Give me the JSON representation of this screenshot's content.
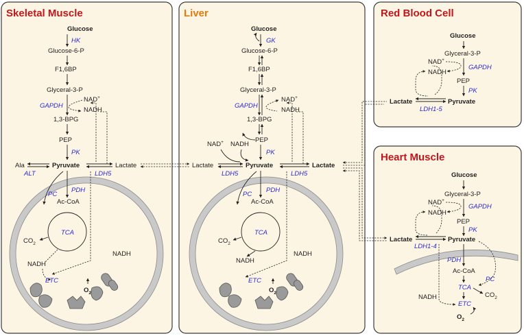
{
  "colors": {
    "panel_bg": "#fcf5e3",
    "title_red": "#c0161d",
    "title_orange": "#e07b12",
    "enzyme_blue": "#2a2ad0"
  },
  "panels": {
    "skeletal": {
      "title": "Skeletal Muscle",
      "glucose": "Glucose",
      "g6p": "Glucose-6-P",
      "f16bp": "F1,6BP",
      "glyceral3p": "Glyceral-3-P",
      "bpg": "1,3-BPG",
      "pep": "PEP",
      "pyruvate": "Pyruvate",
      "ala": "Ala",
      "lactate": "Lactate",
      "nad": "NAD",
      "nad_sup": "+",
      "nadh": "NADH",
      "nadh_mito": "NADH",
      "nadh_left": "NADH",
      "accoa": "Ac-CoA",
      "co2": "CO",
      "co2_sub": "2",
      "o2": "O",
      "o2_sub": "2",
      "enzymes": {
        "hk": "HK",
        "gapdh": "GAPDH",
        "pk": "PK",
        "alt": "ALT",
        "ldh": "LDH5",
        "pc": "PC",
        "pdh": "PDH",
        "tca": "TCA",
        "etc": "ETC"
      }
    },
    "liver": {
      "title": "Liver",
      "glucose": "Glucose",
      "g6p": "Glucose-6-P",
      "f16bp": "F1,6BP",
      "glyceral3p": "Glyceral-3-P",
      "bpg": "1,3-BPG",
      "pep": "PEP",
      "pyruvate": "Pyruvate",
      "lactate_left": "Lactate",
      "lactate_right": "Lactate",
      "nad": "NAD",
      "nad_sup": "+",
      "nadh": "NADH",
      "nad_left": "NAD",
      "nad_left_sup": "+",
      "nadh_left": "NADH",
      "nadh_mito": "NADH",
      "nadh_mito_right": "NADH",
      "accoa": "Ac-CoA",
      "co2": "CO",
      "co2_sub": "2",
      "o2": "O",
      "o2_sub": "2",
      "enzymes": {
        "gk": "GK",
        "gapdh": "GAPDH",
        "pk": "PK",
        "ldh_left": "LDH5",
        "ldh_right": "LDH5",
        "pc": "PC",
        "pdh": "PDH",
        "tca": "TCA",
        "etc": "ETC"
      }
    },
    "rbc": {
      "title": "Red Blood Cell",
      "glucose": "Glucose",
      "glyceral3p": "Glyceral-3-P",
      "nad": "NAD",
      "nad_sup": "+",
      "nadh": "NADH",
      "pep": "PEP",
      "lactate": "Lactate",
      "pyruvate": "Pyruvate",
      "enzymes": {
        "gapdh": "GAPDH",
        "pk": "PK",
        "ldh": "LDH1-5"
      }
    },
    "heart": {
      "title": "Heart Muscle",
      "glucose": "Glucose",
      "glyceral3p": "Glyceral-3-P",
      "nad": "NAD",
      "nad_sup": "+",
      "nadh": "NADH",
      "pep": "PEP",
      "lactate": "Lactate",
      "pyruvate": "Pyruvate",
      "accoa": "Ac-CoA",
      "co2": "CO",
      "co2_sub": "2",
      "nadh_low": "NADH",
      "o2": "O",
      "o2_sub": "2",
      "enzymes": {
        "gapdh": "GAPDH",
        "pk": "PK",
        "ldh": "LDH1-4",
        "pdh": "PDH",
        "pc": "PC",
        "tca": "TCA",
        "etc": "ETC"
      }
    }
  }
}
